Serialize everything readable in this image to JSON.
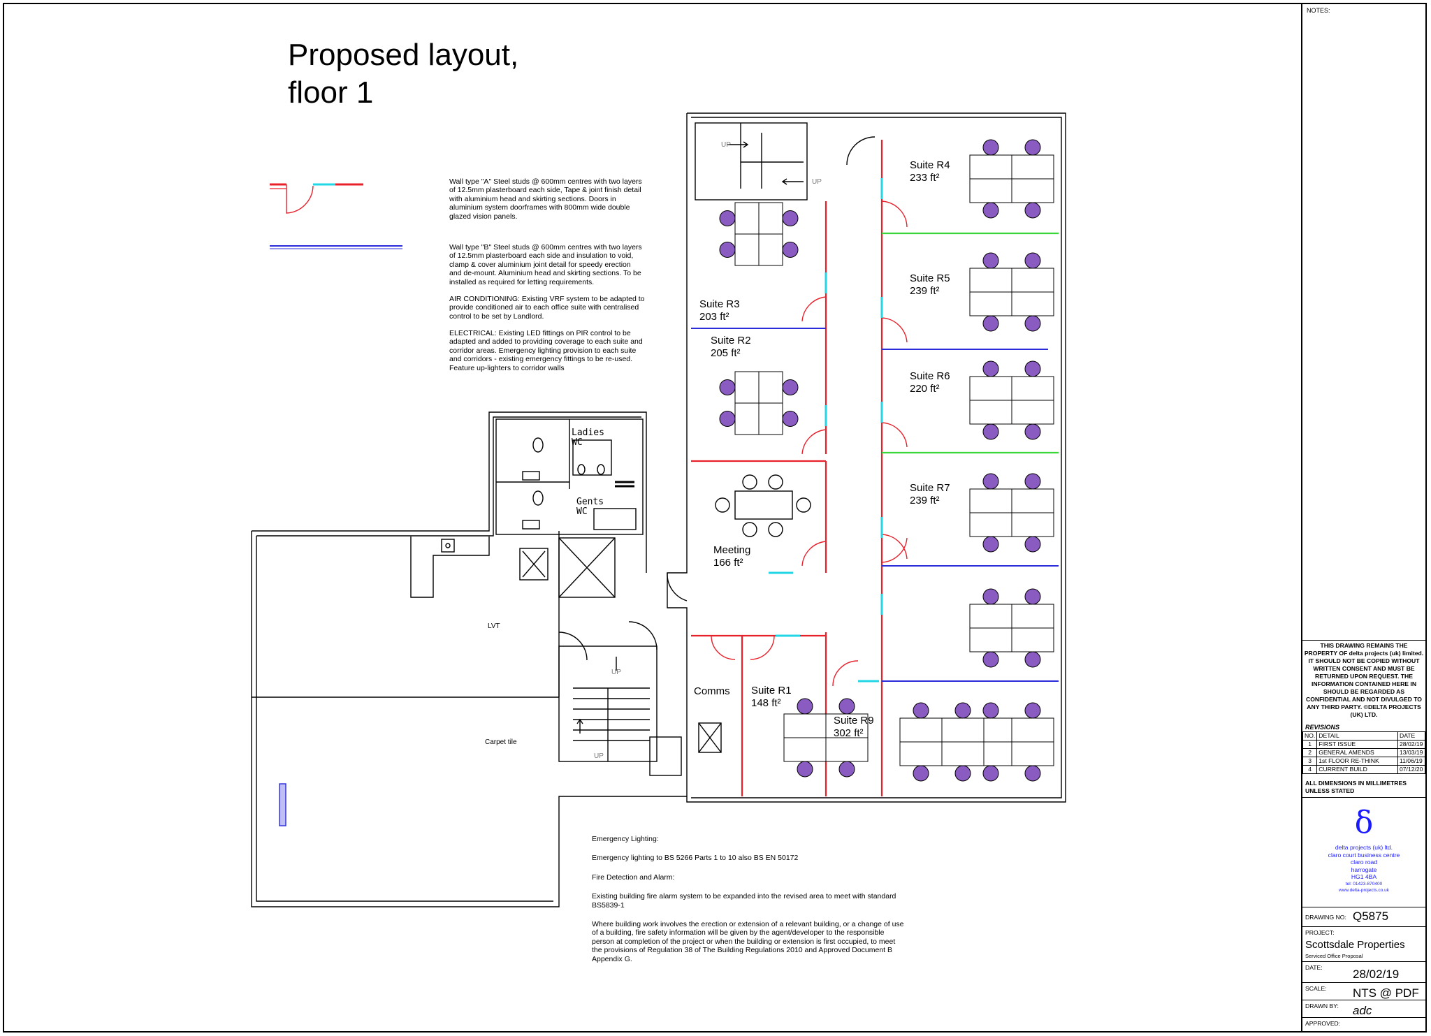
{
  "drawing_title": [
    "Proposed layout,",
    "floor 1"
  ],
  "legend": {
    "wall_a_text": "Wall type \"A\" Steel studs @ 600mm centres with two layers of 12.5mm plasterboard each side, Tape & joint finish detail with aluminium head and skirting sections. Doors in aluminium system doorframes with 800mm wide double glazed vision panels.",
    "wall_b_text": "Wall type \"B\" Steel studs @ 600mm centres with two layers of 12.5mm plasterboard each side and insulation to void, clamp & cover aluminium joint detail for speedy erection and de-mount. Aluminium head and skirting sections. To be installed as required for letting requirements.",
    "air_con_text": "AIR CONDITIONING: Existing VRF system to be adapted to provide conditioned air to each office suite with centralised control to be set by Landlord.",
    "electrical_text": "ELECTRICAL: Existing LED fittings on PIR control to be adapted and added to providing coverage to each suite and corridor areas. Emergency lighting provision to each suite and corridors - existing emergency fittings to be re-used. Feature up-lighters to corridor walls"
  },
  "rooms": [
    {
      "name": "Suite R4",
      "area": "233 ft²"
    },
    {
      "name": "Suite R5",
      "area": "239 ft²"
    },
    {
      "name": "Suite R6",
      "area": "220 ft²"
    },
    {
      "name": "Suite R7",
      "area": "239 ft²"
    },
    {
      "name": "Suite R3",
      "area": "203 ft²"
    },
    {
      "name": "Suite R2",
      "area": "205 ft²"
    },
    {
      "name": "Meeting",
      "area": "166 ft²"
    },
    {
      "name": "Suite R1",
      "area": "148 ft²"
    },
    {
      "name": "Suite R9",
      "area": "302 ft²"
    },
    {
      "name": "Comms",
      "area": ""
    }
  ],
  "wc_labels": {
    "ladies": [
      "Ladies",
      "WC"
    ],
    "gents": [
      "Gents",
      "WC"
    ]
  },
  "floor_labels": {
    "lvt": "LVT",
    "carpet": "Carpet tile",
    "up": "UP"
  },
  "emergency": {
    "heading": "Emergency Lighting:",
    "lighting_text": "Emergency lighting to  BS 5266 Parts 1 to 10 also BS EN 50172",
    "fire_heading": "Fire Detection and Alarm:",
    "fire_text": "Existing building fire alarm system to be expanded into the revised area to meet with standard BS5839-1",
    "regs_text": "Where building work involves the erection or extension of a relevant building, or a change of use of a building, fire safety information will be given by the agent/developer to the responsible person at completion of the project or when the building or extension is first occupied, to meet the provisions of Regulation 38 of The Building Regulations 2010 and Approved Document B Appendix G."
  },
  "title_block": {
    "notes_label": "NOTES:",
    "warning": "THIS DRAWING REMAINS THE PROPERTY OF delta projects (uk) limited. IT SHOULD NOT BE COPIED WITHOUT WRITTEN CONSENT AND MUST BE RETURNED UPON REQUEST. THE INFORMATION CONTAINED HERE IN SHOULD BE REGARDED AS CONFIDENTIAL AND NOT DIVULGED TO ANY THIRD PARTY. ©DELTA PROJECTS (UK) LTD.",
    "revisions_label": "REVISIONS",
    "revision_headers": [
      "NO.",
      "DETAIL",
      "DATE"
    ],
    "revisions": [
      [
        "1",
        "FIRST ISSUE",
        "28/02/19"
      ],
      [
        "2",
        "GENERAL AMENDS",
        "13/03/19"
      ],
      [
        "3",
        "1st FLOOR RE-THINK",
        "11/06/19"
      ],
      [
        "4",
        "CURRENT BUILD",
        "07/12/20"
      ]
    ],
    "dims_note": "ALL DIMENSIONS IN MILLIMETRES UNLESS STATED",
    "logo_symbol": "δ",
    "company": [
      "delta projects (uk) ltd.",
      "claro court business centre",
      "claro road",
      "harrogate",
      "HG1 4BA"
    ],
    "contact": [
      "tel: 01423-870400",
      "www.delta-projects.co.uk"
    ],
    "drawing_no_label": "DRAWING NO:",
    "drawing_no": "Q5875",
    "project_label": "PROJECT:",
    "project": "Scottsdale Properties",
    "project_sub": "Serviced Office Proposal",
    "date_label": "DATE:",
    "date": "28/02/19",
    "scale_label": "SCALE:",
    "scale": "NTS @ PDF",
    "drawn_by_label": "DRAWN BY:",
    "drawn_by": "adc",
    "approved_label": "APPROVED:"
  },
  "colors": {
    "wall_a": "#e8202a",
    "glazing": "#23d6e6",
    "wall_b": "#2b2bd9",
    "partition": "#39d639",
    "chair": "#8a5cc2",
    "accent_blue": "#1a1aff"
  }
}
